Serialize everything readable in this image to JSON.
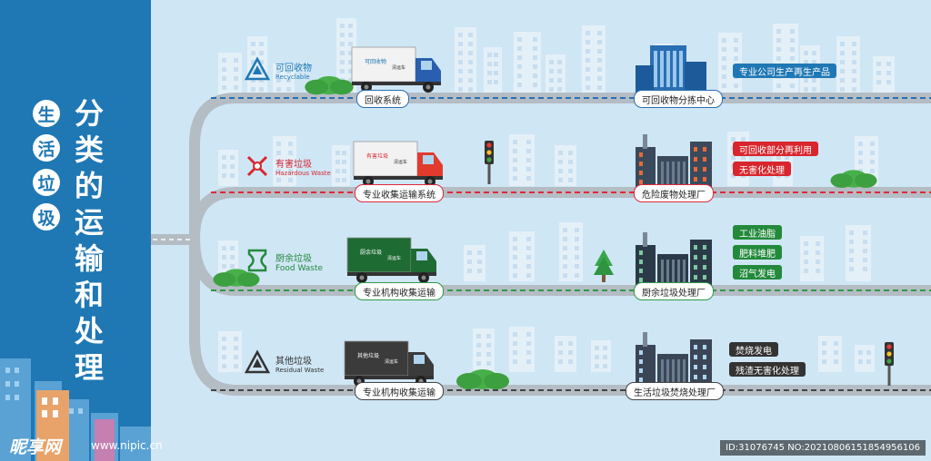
{
  "panel": {
    "circle_chars": [
      "生",
      "活",
      "垃",
      "圾"
    ],
    "title_chars": [
      "分",
      "类",
      "的",
      "运",
      "输",
      "和",
      "处",
      "理"
    ]
  },
  "rows": [
    {
      "category_cn": "可回收物",
      "category_en": "Recyclable",
      "road_color": "#2a6fb3",
      "transport": "回收系统",
      "facility": "可回收物分拣中心",
      "tags": [
        "专业公司生产再生产品"
      ],
      "tag_color": "#1f78b4",
      "truck_text": [
        "可回收物",
        "清运车"
      ],
      "icon": "recycle-icon"
    },
    {
      "category_cn": "有害垃圾",
      "category_en": "Hazardous Waste",
      "road_color": "#e0283a",
      "transport": "专业收集运输系统",
      "facility": "危险废物处理厂",
      "tags": [
        "可回收部分再利用",
        "无害化处理"
      ],
      "tag_color": "#d9262e",
      "truck_text": [
        "有害垃圾",
        "清运车"
      ],
      "icon": "hazardous-icon"
    },
    {
      "category_cn": "厨余垃圾",
      "category_en": "Food Waste",
      "road_color": "#2e9a48",
      "transport": "专业机构收集运输",
      "facility": "厨余垃圾处理厂",
      "tags": [
        "工业油脂",
        "肥料堆肥",
        "沼气发电"
      ],
      "tag_color": "#238a3c",
      "truck_text": [
        "厨余垃圾",
        "清运车"
      ],
      "icon": "food-waste-icon"
    },
    {
      "category_cn": "其他垃圾",
      "category_en": "Residual Waste",
      "road_color": "#444444",
      "transport": "专业机构收集运输",
      "facility": "生活垃圾焚烧处理厂",
      "tags": [
        "焚烧发电",
        "残渣无害化处理"
      ],
      "tag_color": "#333333",
      "truck_text": [
        "其他垃圾",
        "清运车"
      ],
      "icon": "residual-waste-icon"
    }
  ],
  "watermark": {
    "logo": "昵享网",
    "url": "www.nipic.cn",
    "id": "ID:31076745 NO:20210806151854956106"
  }
}
